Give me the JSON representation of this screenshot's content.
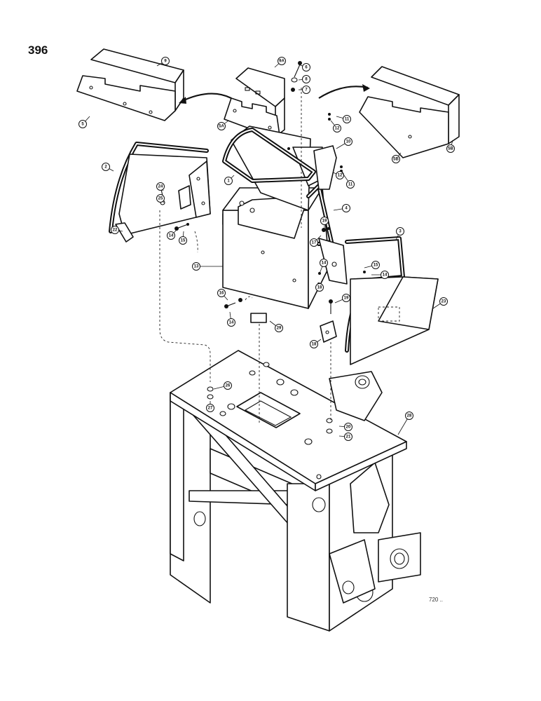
{
  "page": {
    "number": "396",
    "figure_code": "720 .."
  },
  "callouts": [
    "9",
    "5",
    "9A",
    "6",
    "8",
    "7",
    "5A",
    "12",
    "11",
    "10",
    "12",
    "11",
    "5B",
    "5B",
    "2",
    "1",
    "24",
    "25",
    "22",
    "14",
    "15",
    "4",
    "19",
    "17",
    "3",
    "15",
    "14",
    "13",
    "14",
    "18",
    "16",
    "14",
    "19",
    "29",
    "23",
    "18",
    "26",
    "27",
    "20",
    "21",
    "28"
  ]
}
